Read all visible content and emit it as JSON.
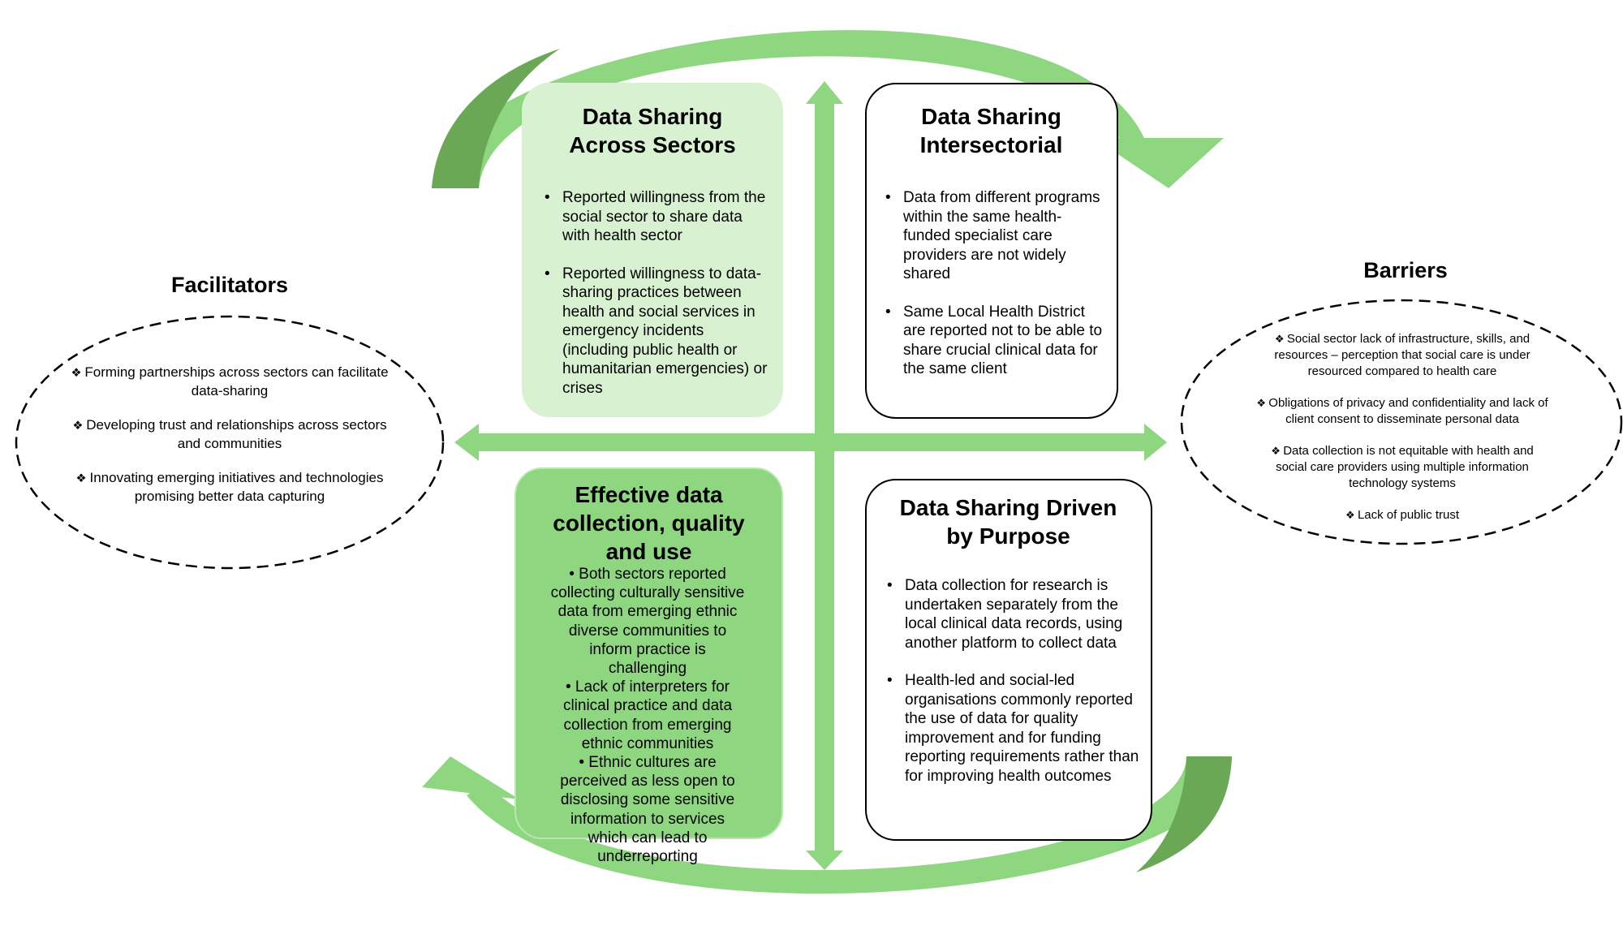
{
  "colors": {
    "green_light": "#d8f2d1",
    "green_mid": "#8ed680",
    "green_dark": "#6aa855",
    "box_border": "#000000",
    "ellipse_dash": "#000000"
  },
  "facilitators": {
    "title": "Facilitators",
    "items": [
      "Forming partnerships  across sectors can facilitate data-sharing",
      "Developing trust and relationships across sectors and communities",
      "Innovating emerging initiatives and technologies promising better data capturing"
    ]
  },
  "barriers": {
    "title": "Barriers",
    "items": [
      "Social sector lack of infrastructure, skills, and resources – perception that social care is under resourced compared to health care",
      "Obligations of privacy and confidentiality and lack of client consent to disseminate personal data",
      "Data collection is not equitable with health and social care providers using multiple information technology systems",
      "Lack of public trust"
    ]
  },
  "quadrants": {
    "top_left": {
      "title_line1": "Data Sharing",
      "title_line2": "Across Sectors",
      "items": [
        "Reported willingness from the social sector to share data with health sector",
        "Reported willingness to data-sharing practices between health and social services in emergency incidents (including public health or humanitarian emergencies)  or crises"
      ]
    },
    "top_right": {
      "title_line1": "Data Sharing",
      "title_line2": "Intersectorial",
      "items": [
        "Data from different programs within the same health-funded specialist care providers are not widely shared",
        "Same Local Health District are reported not to be able to share crucial clinical data for the same client"
      ]
    },
    "bottom_left": {
      "title_line1": "Effective data",
      "title_line2": "collection, quality",
      "title_line3": "and use",
      "items": [
        "Both sectors reported collecting culturally sensitive data from emerging ethnic diverse communities to inform practice is challenging",
        "Lack of interpreters for clinical practice and data collection from emerging ethnic communities",
        "Ethnic cultures are perceived as less open to disclosing some sensitive information to services which can lead to underreporting"
      ]
    },
    "bottom_right": {
      "title_line1": "Data Sharing Driven",
      "title_line2": "by Purpose",
      "items": [
        "Data collection for research is undertaken separately from the local clinical data records, using another platform to collect data",
        "Health-led and social-led organisations commonly reported the use of data for quality improvement and for funding reporting requirements rather than for improving health outcomes"
      ]
    }
  }
}
